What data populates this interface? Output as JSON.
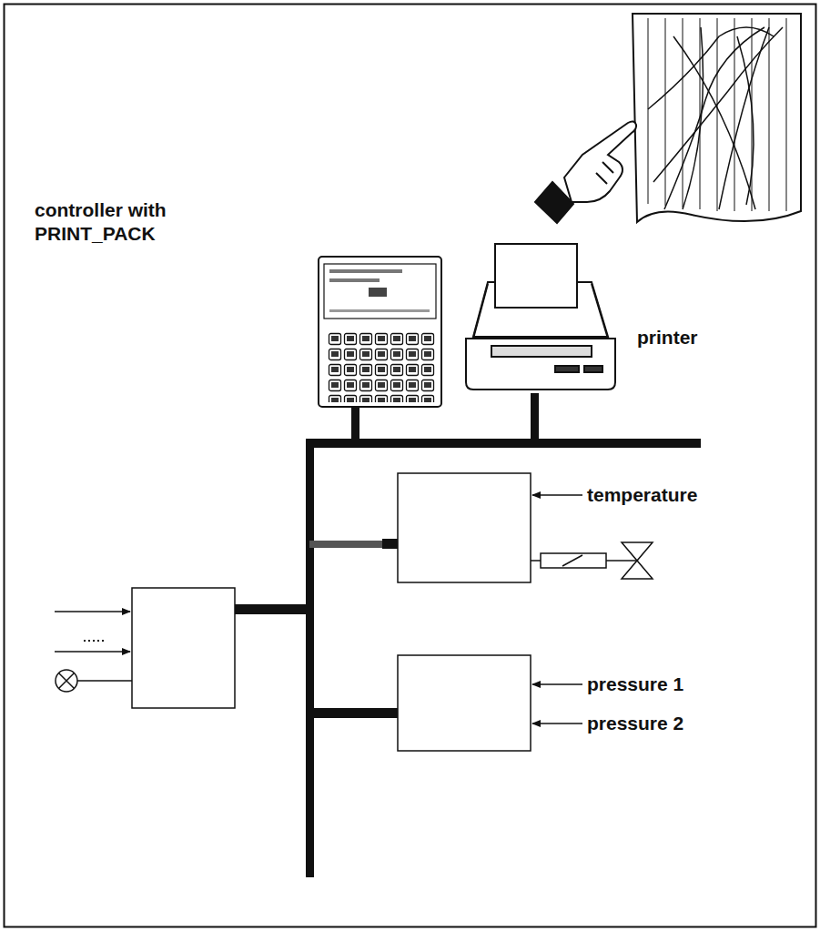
{
  "diagram": {
    "labels": [
      "controller with PRINT_PACK",
      "printer",
      "temperature",
      "pressure 1",
      "pressure 2"
    ]
  }
}
